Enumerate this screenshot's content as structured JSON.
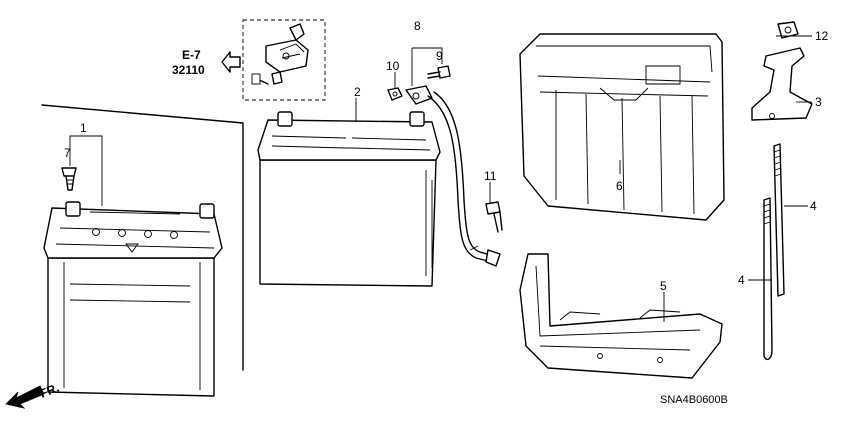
{
  "diagram": {
    "reference": {
      "section": "E-7",
      "part_number": "32110"
    },
    "diagram_code": "SNA4B0600B",
    "direction_label": "FR.",
    "callouts": [
      "1",
      "2",
      "3",
      "4",
      "4",
      "5",
      "6",
      "7",
      "8",
      "9",
      "10",
      "11",
      "12"
    ]
  }
}
